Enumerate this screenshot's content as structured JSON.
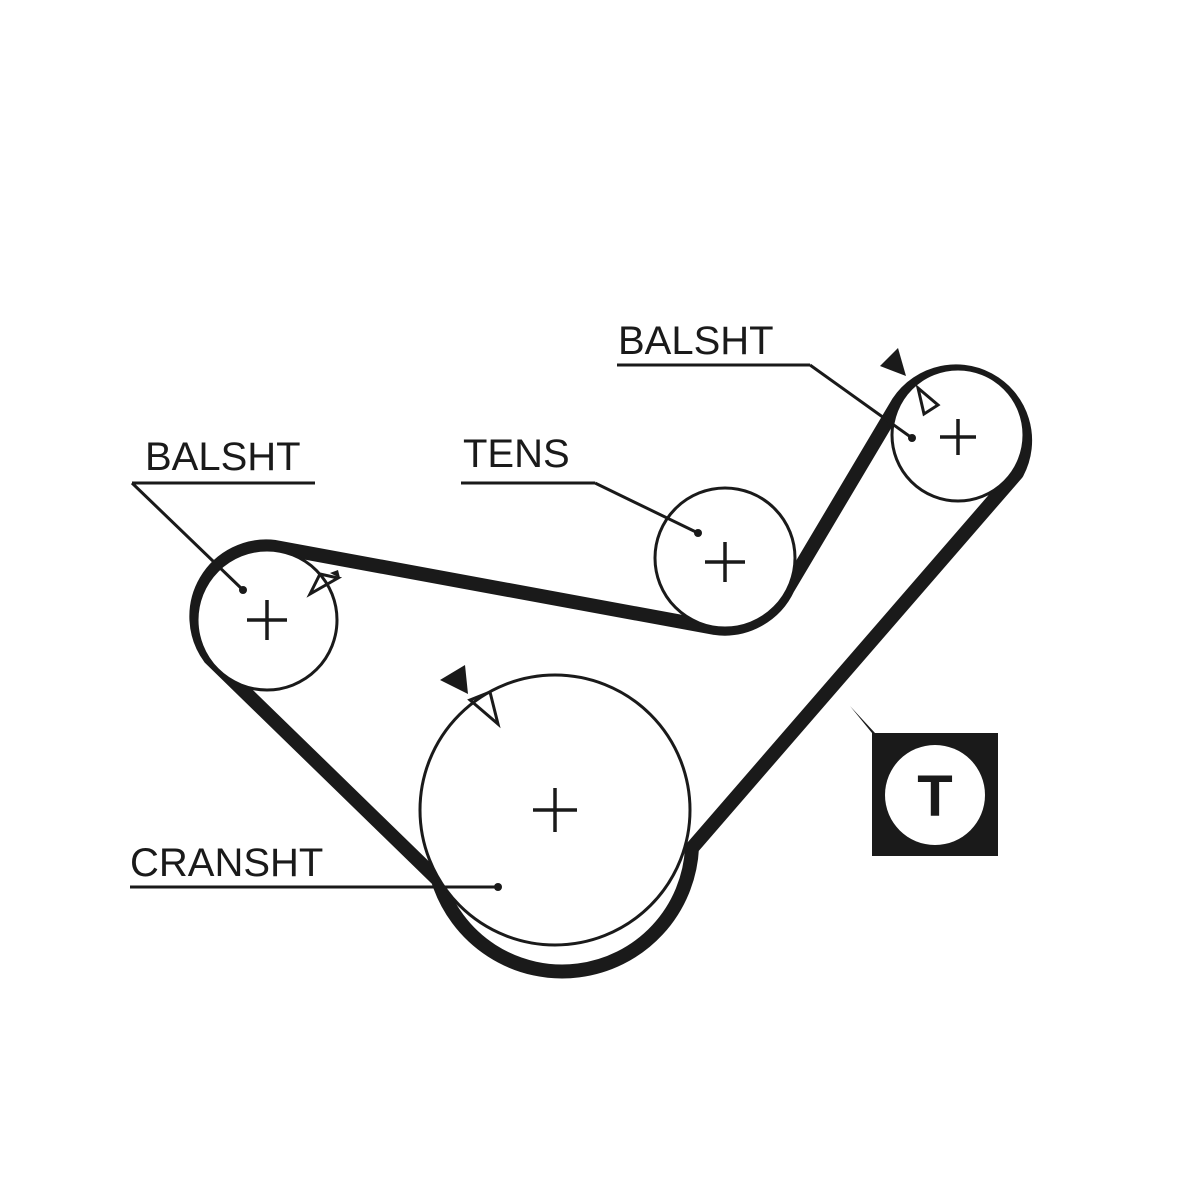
{
  "diagram": {
    "labels": {
      "balsht_left": "BALSHT",
      "balsht_right": "BALSHT",
      "tens": "TENS",
      "cranksht": "CRANSHT"
    },
    "tensioner_symbol": "T",
    "colors": {
      "ink": "#1a1a1a",
      "background": "#ffffff"
    }
  }
}
